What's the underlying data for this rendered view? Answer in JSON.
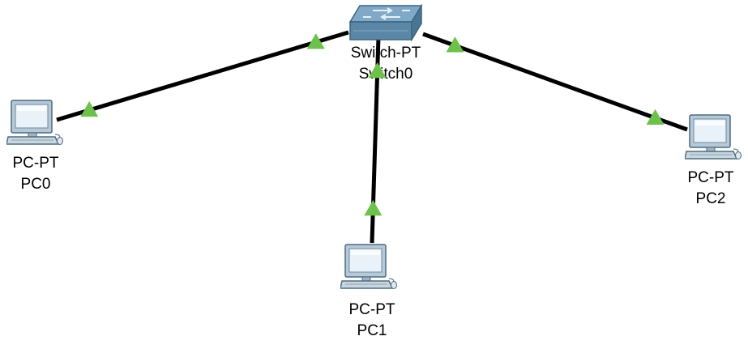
{
  "colors": {
    "link": "#000000",
    "port_up": "#6cc24a",
    "pc_body": "#c8d6df",
    "pc_screen": "#e9f2f8",
    "switch_top": "#7fa9c6",
    "switch_front": "#5a87a6"
  },
  "devices": [
    {
      "id": "switch0",
      "icon": "switch-icon",
      "type_label": "Switch-PT",
      "name_label": "Switch0"
    },
    {
      "id": "pc0",
      "icon": "pc-icon",
      "type_label": "PC-PT",
      "name_label": "PC0"
    },
    {
      "id": "pc1",
      "icon": "pc-icon",
      "type_label": "PC-PT",
      "name_label": "PC1"
    },
    {
      "id": "pc2",
      "icon": "pc-icon",
      "type_label": "PC-PT",
      "name_label": "PC2"
    }
  ],
  "links": [
    {
      "from": "switch0",
      "to": "pc0",
      "status_from": "up",
      "status_to": "up"
    },
    {
      "from": "switch0",
      "to": "pc1",
      "status_from": "up",
      "status_to": "up"
    },
    {
      "from": "switch0",
      "to": "pc2",
      "status_from": "up",
      "status_to": "up"
    }
  ]
}
